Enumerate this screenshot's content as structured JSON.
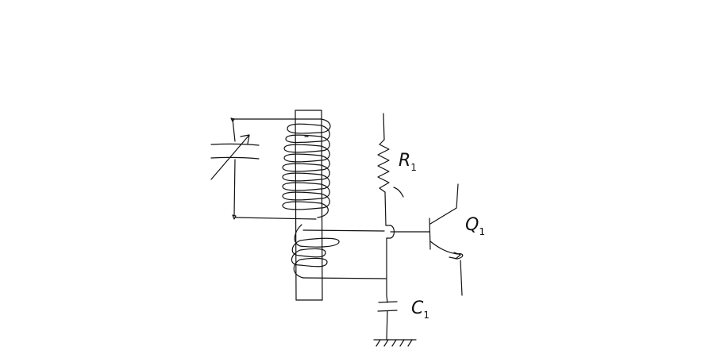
{
  "components": {
    "resistor": {
      "ref": "R",
      "sub": "1"
    },
    "capacitor": {
      "ref": "C",
      "sub": "1"
    },
    "transistor": {
      "ref": "Q",
      "sub": "1"
    }
  },
  "colors": {
    "background": "#ffffff",
    "ink": "#111111"
  }
}
